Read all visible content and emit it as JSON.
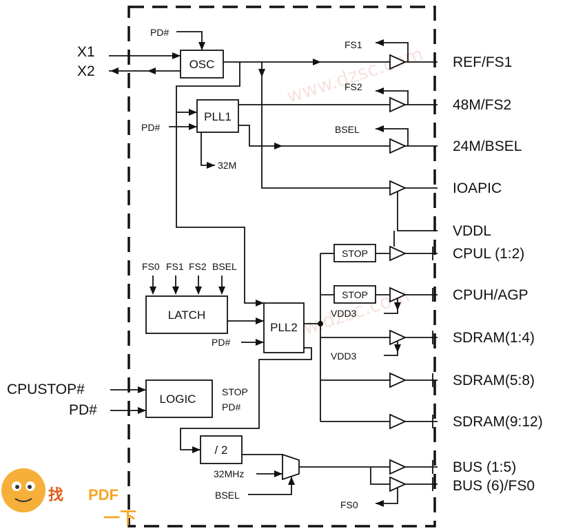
{
  "inputs": {
    "x1": "X1",
    "x2": "X2",
    "pd": "PD#",
    "cpustop": "CPUSTOP#",
    "pd_main": "PD#"
  },
  "blocks": {
    "osc": "OSC",
    "pll1": "PLL1",
    "pll2": "PLL2",
    "latch": "LATCH",
    "logic": "LOGIC",
    "div2": "/ 2",
    "stop": "STOP"
  },
  "signals": {
    "fs0": "FS0",
    "fs1": "FS1",
    "fs2": "FS2",
    "bsel": "BSEL",
    "m32": "32M",
    "mhz32": "32MHz",
    "vdd3": "VDD3",
    "stop": "STOP",
    "pd": "PD#"
  },
  "outputs": {
    "ref": "REF/FS1",
    "m48": "48M/FS2",
    "m24": "24M/BSEL",
    "ioapic": "IOAPIC",
    "vddl": "VDDL",
    "cpul": "CPUL (1:2)",
    "cpuh": "CPUH/AGP",
    "sdram1": "SDRAM(1:4)",
    "sdram2": "SDRAM(5:8)",
    "sdram3": "SDRAM(9:12)",
    "bus1": "BUS (1:5)",
    "bus6": "BUS (6)/FS0"
  },
  "watermark": {
    "url": "www.dzsc.com",
    "logo_text_1": "找",
    "logo_text_2": "PDF",
    "logo_text_3": "一下"
  },
  "colors": {
    "line": "#111111",
    "watermark": "#e8b0a8",
    "logo_orange": "#f5a623"
  }
}
